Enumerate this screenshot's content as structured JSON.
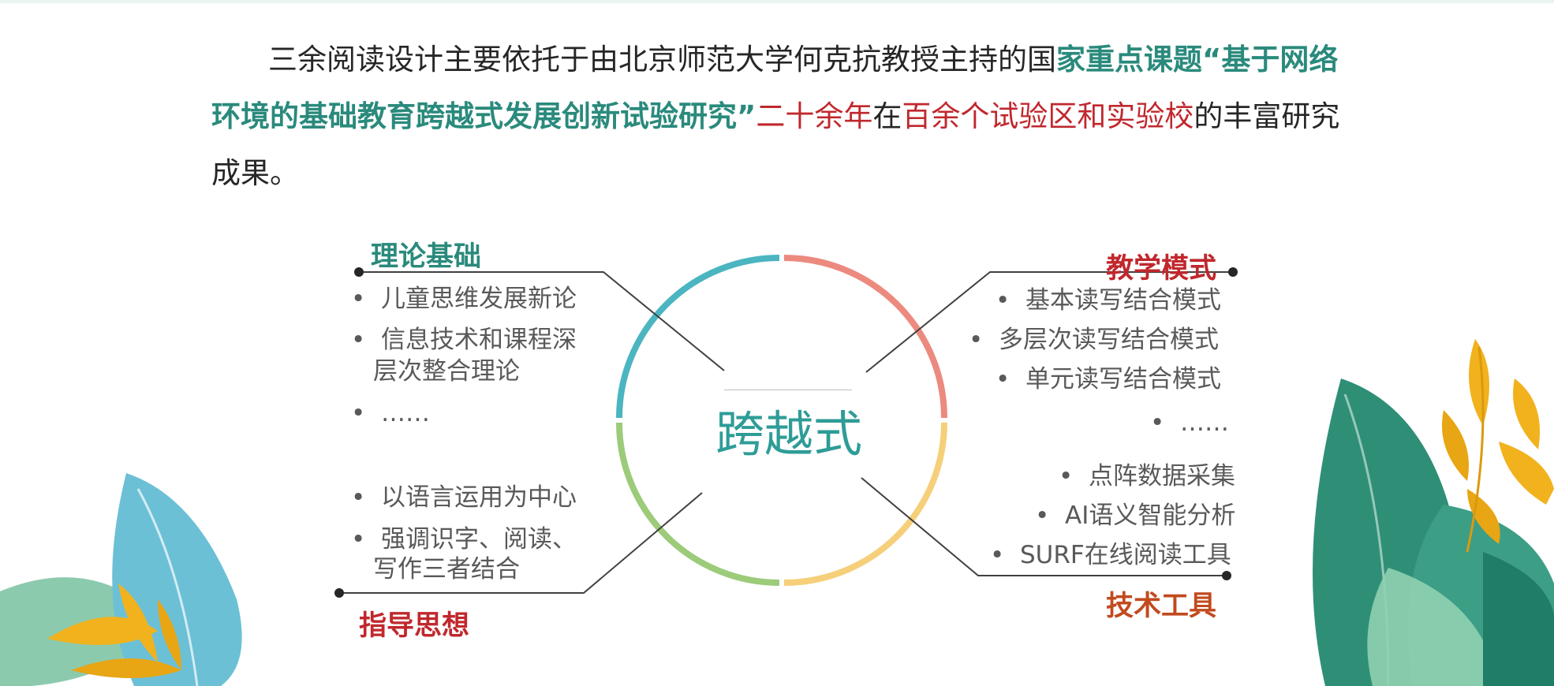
{
  "intro": {
    "part1": "三余阅读设计主要依托于由北京师范大学何克抗教授主持的国",
    "part2": "家重点课题“基于网络环境的基础教育跨越式发展创新试验研究”",
    "part3": "二十余年",
    "part4": "在",
    "part5": "百余个试验区和实验校",
    "part6": "的丰富研究成果。"
  },
  "center": {
    "label": "跨越式"
  },
  "quadrants": {
    "theory": {
      "title": "理论基础",
      "items": [
        "儿童思维发展新论",
        "信息技术和课程深",
        "层次整合理论",
        "……"
      ]
    },
    "teaching": {
      "title": "教学模式",
      "items": [
        "基本读写结合模式",
        "多层次读写结合模式",
        "单元读写结合模式",
        "……"
      ]
    },
    "guiding": {
      "title": "指导思想",
      "items": [
        "以语言运用为中心",
        "强调识字、阅读、",
        "写作三者结合"
      ]
    },
    "tools": {
      "title": "技术工具",
      "items": [
        "点阵数据采集",
        "AI语义智能分析",
        "SURF在线阅读工具"
      ]
    }
  },
  "colors": {
    "teal": "#2a8a7c",
    "red": "#c0282d",
    "orange_red": "#c24a1e",
    "ring_teal": "#4bb5c1",
    "ring_pink": "#ec8a7f",
    "ring_yellow": "#f5cf7a",
    "ring_green": "#9ccb7a"
  }
}
